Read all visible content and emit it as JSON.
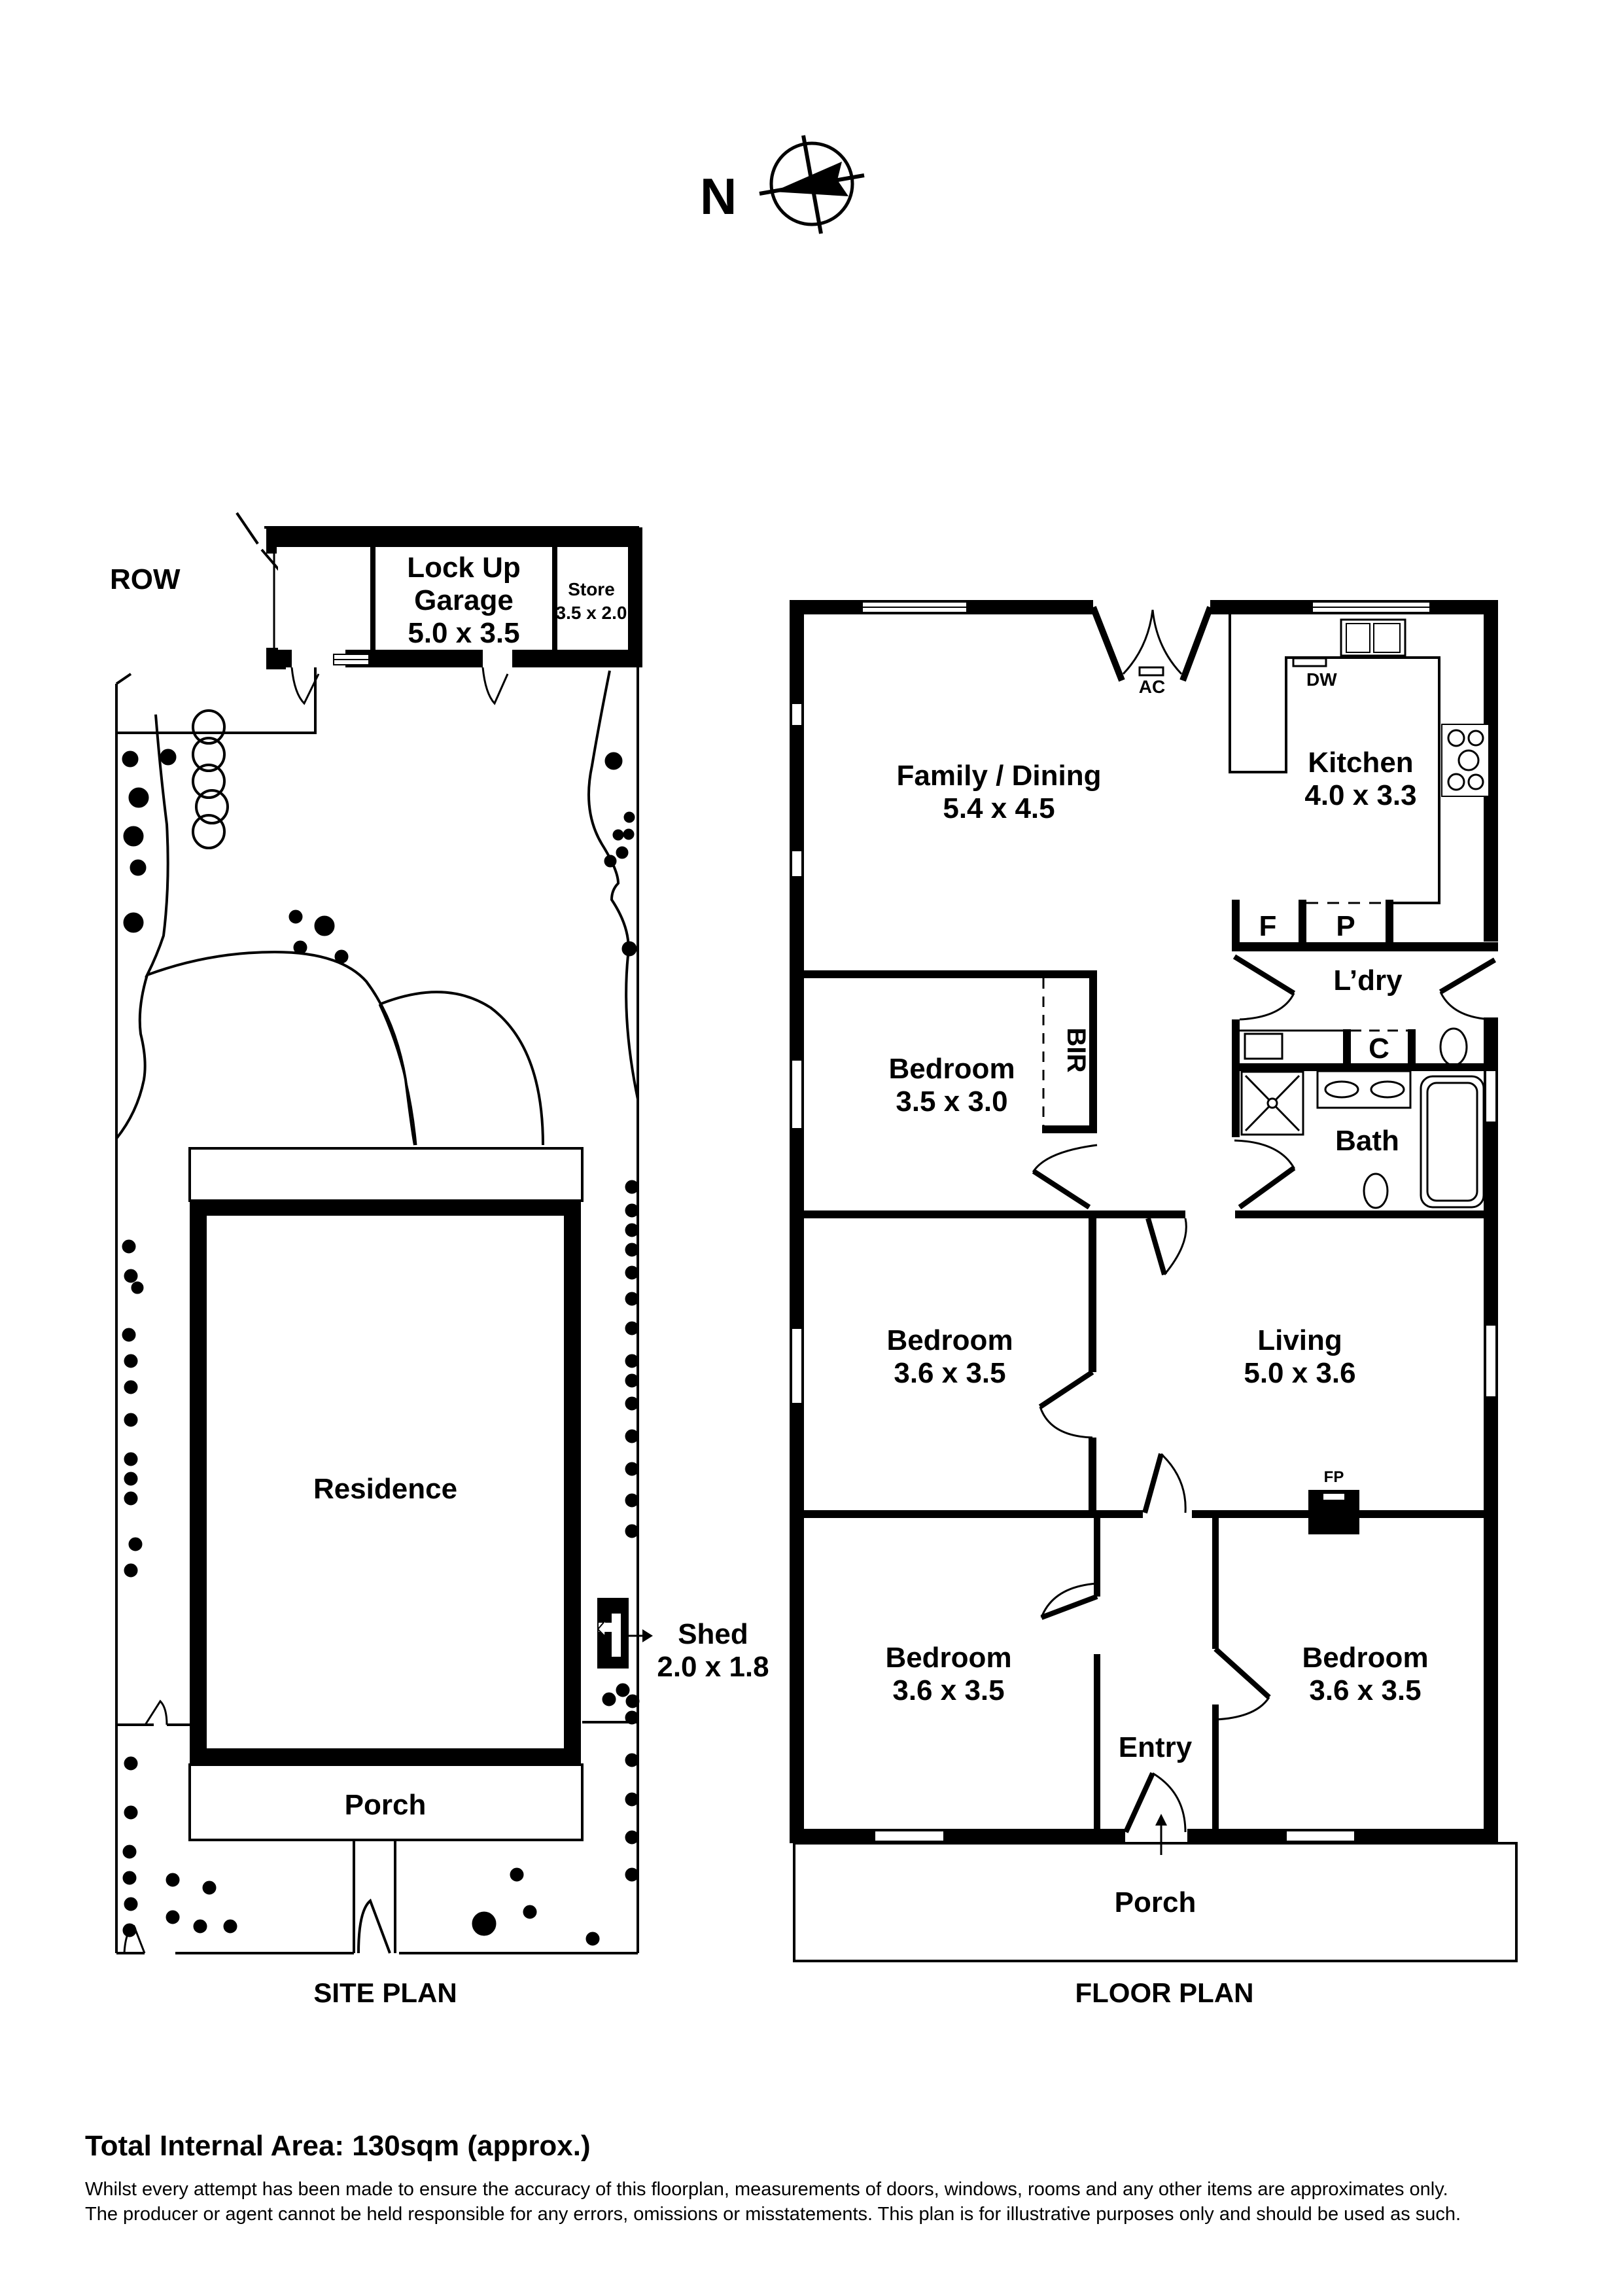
{
  "compass": {
    "label": "N",
    "icon": "north-arrow-compass"
  },
  "site_plan": {
    "title": "SITE PLAN",
    "row_label": "ROW",
    "garage": {
      "name_line1": "Lock Up",
      "name_line2": "Garage",
      "dims": "5.0 x 3.5"
    },
    "store": {
      "name": "Store",
      "dims": "3.5 x 2.0"
    },
    "residence": "Residence",
    "porch": "Porch",
    "shed": {
      "name": "Shed",
      "dims": "2.0 x 1.8"
    }
  },
  "floor_plan": {
    "title": "FLOOR PLAN",
    "rooms": {
      "family_dining": {
        "name": "Family / Dining",
        "dims": "5.4 x 4.5"
      },
      "kitchen": {
        "name": "Kitchen",
        "dims": "4.0 x 3.3"
      },
      "bedroom_bir": {
        "name": "Bedroom",
        "dims": "3.5 x 3.0"
      },
      "bedroom_mid": {
        "name": "Bedroom",
        "dims": "3.6 x 3.5"
      },
      "living": {
        "name": "Living",
        "dims": "5.0 x 3.6"
      },
      "bedroom_front_left": {
        "name": "Bedroom",
        "dims": "3.6 x 3.5"
      },
      "bedroom_front_right": {
        "name": "Bedroom",
        "dims": "3.6 x 3.5"
      },
      "entry": {
        "name": "Entry"
      },
      "porch": {
        "name": "Porch"
      },
      "laundry": {
        "name": "L’dry"
      },
      "bath": {
        "name": "Bath"
      }
    },
    "fixtures": {
      "ac": "AC",
      "dw": "DW",
      "fridge": "F",
      "pantry": "P",
      "cupboard": "C",
      "bir": "BIR",
      "fireplace": "FP"
    }
  },
  "footer": {
    "total_area": "Total Internal Area: 130sqm (approx.)",
    "disclaimer_line1": "Whilst every attempt has been made to ensure the accuracy of this floorplan, measurements of doors, windows, rooms and any other items are approximates only.",
    "disclaimer_line2": "The producer or agent cannot be held responsible for any errors, omissions or misstatements. This plan is for illustrative purposes only and should be used as such."
  }
}
